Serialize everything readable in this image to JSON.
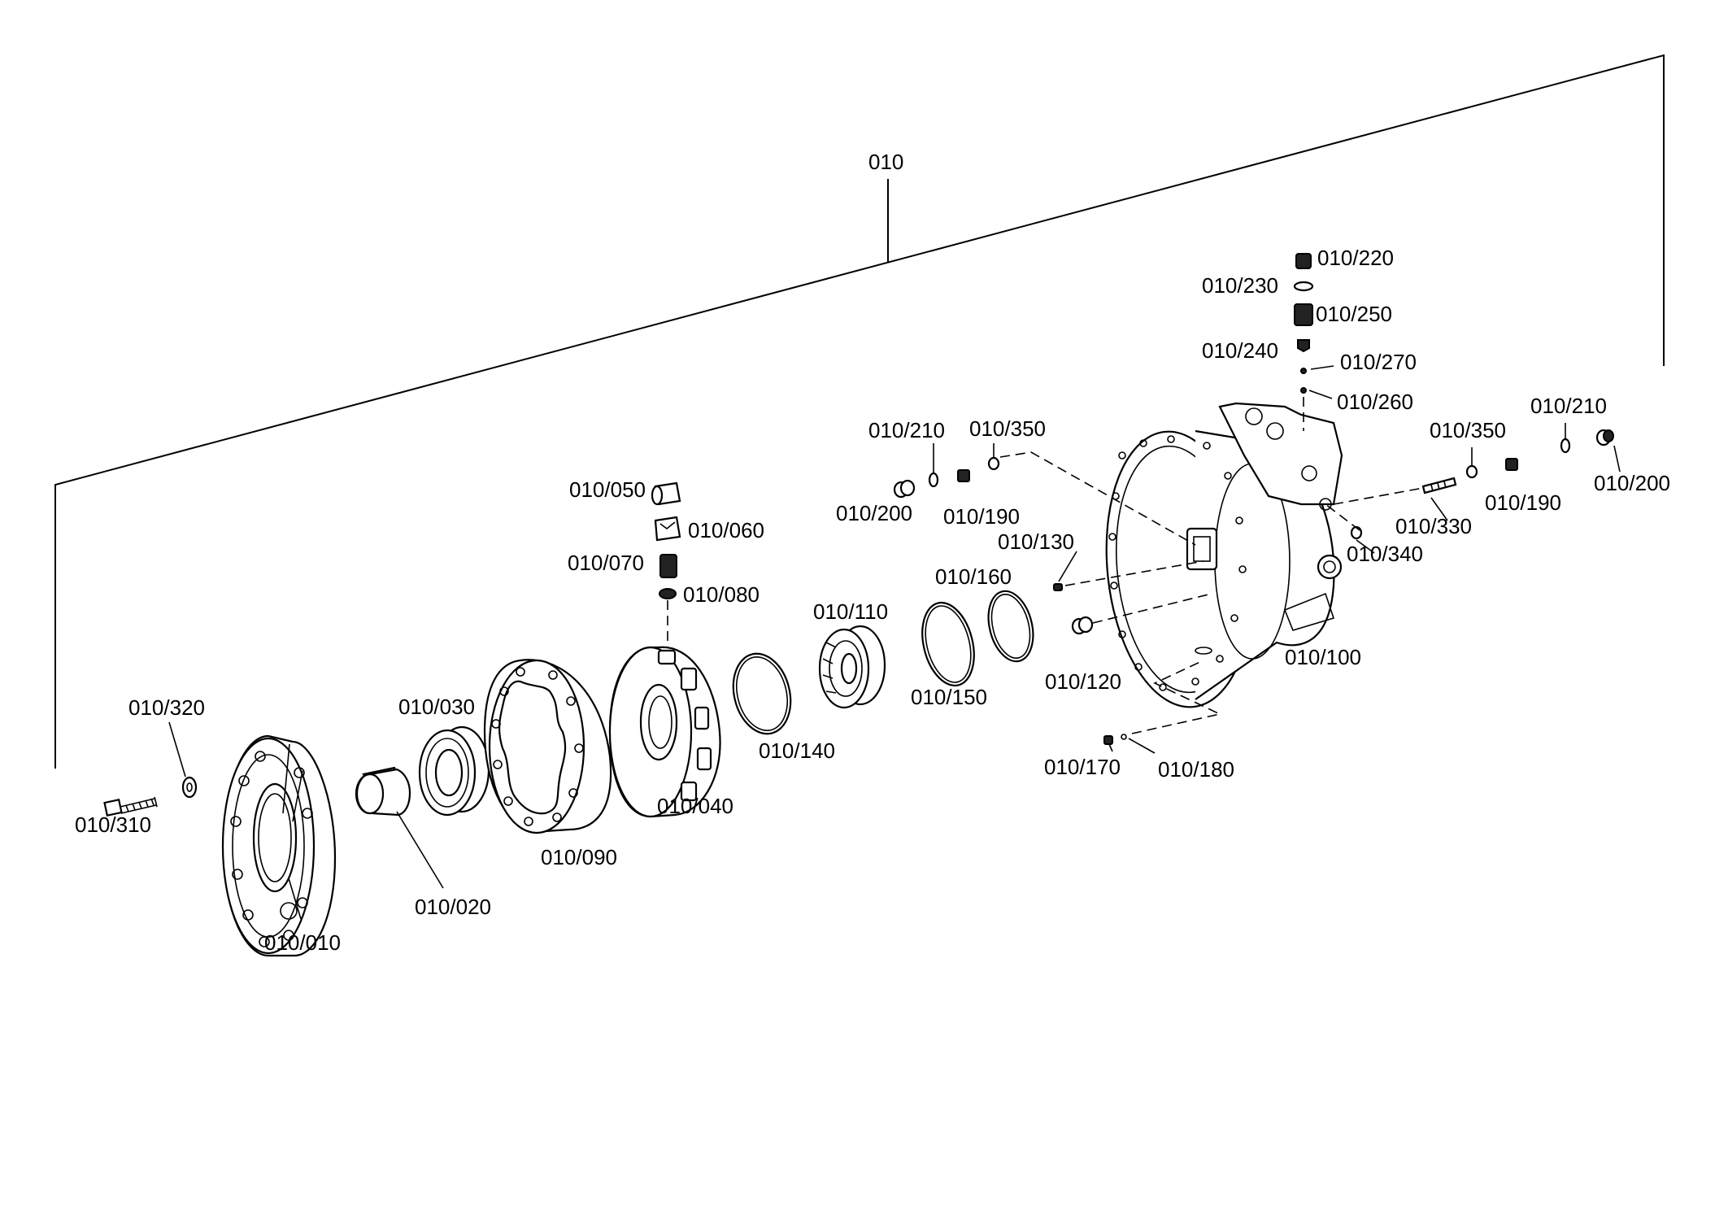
{
  "diagram": {
    "group_label": "010",
    "callouts": {
      "p010": "010/010",
      "p020": "010/020",
      "p030": "010/030",
      "p040": "010/040",
      "p050": "010/050",
      "p060": "010/060",
      "p070": "010/070",
      "p080": "010/080",
      "p090": "010/090",
      "p100": "010/100",
      "p110": "010/110",
      "p120": "010/120",
      "p130": "010/130",
      "p140": "010/140",
      "p150": "010/150",
      "p160": "010/160",
      "p170": "010/170",
      "p180": "010/180",
      "p190a": "010/190",
      "p190b": "010/190",
      "p200a": "010/200",
      "p200b": "010/200",
      "p210a": "010/210",
      "p210b": "010/210",
      "p220": "010/220",
      "p230": "010/230",
      "p240": "010/240",
      "p250": "010/250",
      "p260": "010/260",
      "p270": "010/270",
      "p310": "010/310",
      "p320": "010/320",
      "p330": "010/330",
      "p340": "010/340",
      "p350a": "010/350",
      "p350b": "010/350"
    }
  }
}
